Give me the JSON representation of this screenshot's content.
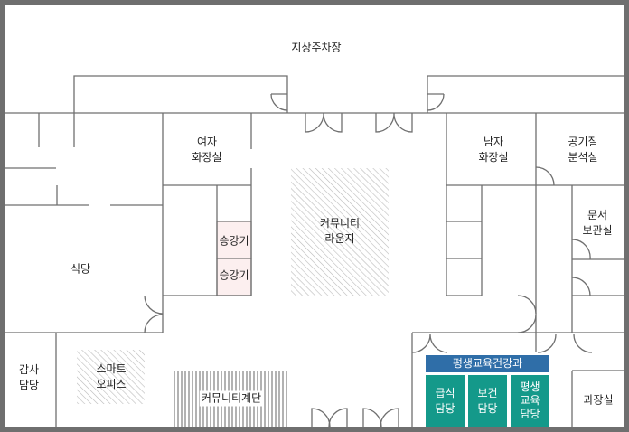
{
  "rooms": {
    "parking": "지상주차장",
    "women_restroom": "여자\n화장실",
    "men_restroom": "남자\n화장실",
    "air_lab": "공기질\n분석실",
    "doc_storage": "문서\n보관실",
    "elevator_1": "승강기",
    "elevator_2": "승강기",
    "community_lounge": "커뮤니티\n라운지",
    "cafeteria": "식당",
    "audit": "감사\n담당",
    "smart_office": "스마트\n오피스",
    "community_stairs": "커뮤니티계단",
    "manager_office": "과장실"
  },
  "department": {
    "title": "평생교육건강과",
    "teams": [
      "급식\n담당",
      "보건\n담당",
      "평생\n교육\n담당"
    ]
  },
  "colors": {
    "wall": "#6f6f6f",
    "department_header": "#2f6ea8",
    "team_box": "#14998a",
    "elevator_fill": "#fcefef"
  }
}
